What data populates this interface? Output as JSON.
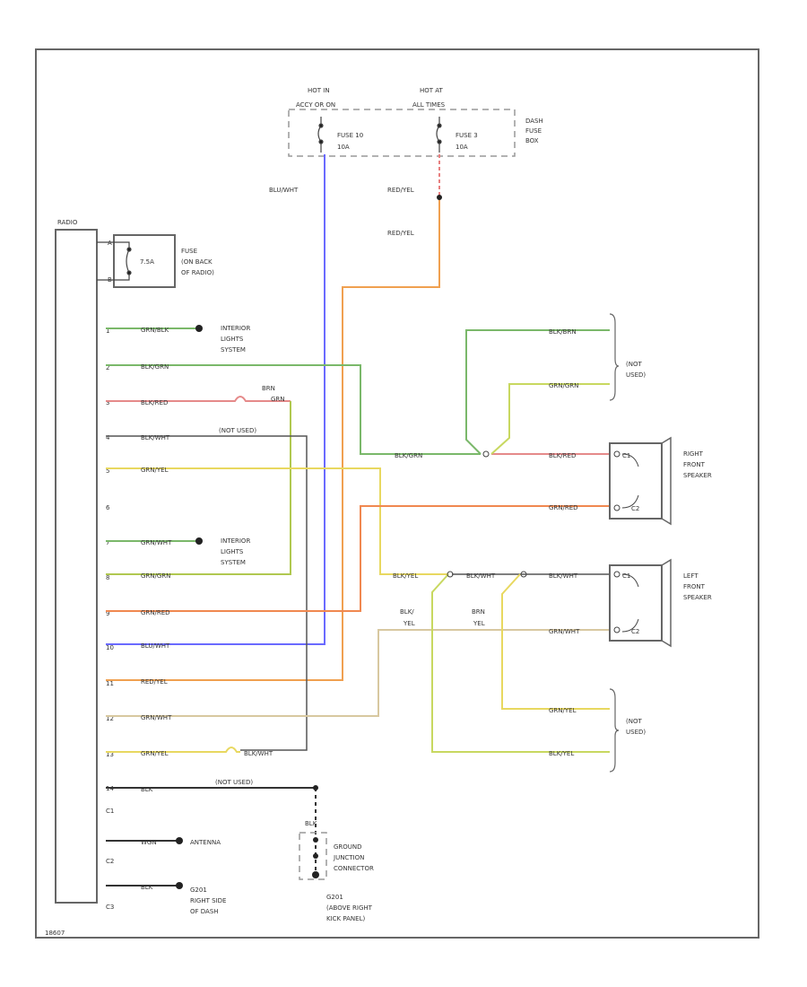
{
  "diagram": {
    "fuse_box": {
      "hot_left": [
        "HOT IN",
        "ACCY OR ON"
      ],
      "hot_right": [
        "HOT AT",
        "ALL TIMES"
      ],
      "fuse_a": [
        "FUSE 10",
        "10A"
      ],
      "fuse_b": [
        "FUSE 3",
        "10A"
      ],
      "label": [
        "DASH",
        "FUSE",
        "BOX"
      ]
    },
    "radio_title": "RADIO",
    "radio_fuse": {
      "label": [
        "FUSE",
        "(ON BACK",
        "OF RADIO)"
      ],
      "rating": "7.5A",
      "pins": [
        "A",
        "B"
      ]
    },
    "pins": [
      "1",
      "2",
      "3",
      "4",
      "5",
      "6",
      "7",
      "8",
      "9",
      "10",
      "11",
      "12",
      "13",
      "14",
      "C1",
      "C2",
      "C3"
    ],
    "wires": {
      "w1": "GRN/BLK",
      "w2": "BLK/GRN",
      "w3": "BLK/RED",
      "w4": "BLK/WHT",
      "w5": "GRN/YEL",
      "w7": "GRN/WHT",
      "w8": "GRN/GRN",
      "w9": "GRN/RED",
      "w10": "BLU/WHT",
      "w11": "RED/YEL",
      "w12": "GRN/WHT",
      "w13": "GRN/YEL",
      "w13b": "BLK/WHT",
      "w14": "BLK",
      "wc2": "WGN",
      "wc3": "BLK",
      "blu_wht_v": "BLU/WHT",
      "red_yel_1": "RED/YEL",
      "red_yel_2": "RED/YEL",
      "brn_grn": [
        "BRN",
        "GRN"
      ],
      "blk_grn_mid": "BLK/GRN",
      "blk_yel_mid": "BLK/YEL",
      "blk_wht_mid": "BLK/WHT",
      "blu_yel": [
        "BLK/",
        "YEL"
      ],
      "brn_yel": [
        "BRN",
        "YEL"
      ],
      "rt1": "BLK/BRN",
      "rt2": "GRN/GRN",
      "rt3": "BLK/RED",
      "rt4": "GRN/RED",
      "rt5": "BLK/WHT",
      "rt6": "GRN/WHT",
      "rt7": "GRN/YEL",
      "rt8": "BLK/YEL",
      "blk_ground": "BLK"
    },
    "notes": {
      "interior1": [
        "INTERIOR",
        "LIGHTS",
        "SYSTEM"
      ],
      "interior2": [
        "INTERIOR",
        "LIGHTS",
        "SYSTEM"
      ],
      "not_used_4": "(NOT USED)",
      "not_used_14": "(NOT USED)",
      "not_used_top": [
        "(NOT",
        "USED)"
      ],
      "not_used_bottom": [
        "(NOT",
        "USED)"
      ],
      "antenna": "ANTENNA",
      "g201": [
        "G201",
        "RIGHT SIDE",
        "OF DASH"
      ],
      "ground_junction": [
        "GROUND",
        "JUNCTION",
        "CONNECTOR"
      ],
      "g201b": [
        "G201",
        "(ABOVE RIGHT",
        "KICK PANEL)"
      ]
    },
    "speakers": {
      "right": [
        "RIGHT",
        "FRONT",
        "SPEAKER"
      ],
      "left": [
        "LEFT",
        "FRONT",
        "SPEAKER"
      ],
      "pin1": "C1",
      "pin2": "C2"
    },
    "footer_code": "18607"
  },
  "colors": {
    "blue": "#6a6aff",
    "orange": "#f0a050",
    "green": "#7ab86a",
    "red": "#e58a8a",
    "yellow": "#e8d860",
    "black": "#333333",
    "tan": "#d8c8a0",
    "lime": "#c8d860"
  }
}
